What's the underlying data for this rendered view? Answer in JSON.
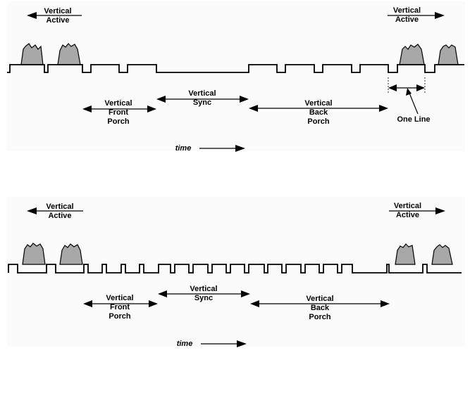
{
  "diagrams": [
    {
      "vertical_active_left": [
        "Vertical",
        "Active"
      ],
      "vertical_active_right": [
        "Vertical",
        "Active"
      ],
      "front_porch": [
        "Vertical",
        "Front",
        "Porch"
      ],
      "sync": [
        "Vertical",
        "Sync"
      ],
      "back_porch": [
        "Vertical",
        "Back",
        "Porch"
      ],
      "one_line": "One Line",
      "time": "time"
    },
    {
      "vertical_active_left": [
        "Vertical",
        "Active"
      ],
      "vertical_active_right": [
        "Vertical",
        "Active"
      ],
      "front_porch": [
        "Vertical",
        "Front",
        "Porch"
      ],
      "sync": [
        "Vertical",
        "Sync"
      ],
      "back_porch": [
        "Vertical",
        "Back",
        "Porch"
      ],
      "time": "time"
    }
  ],
  "colors": {
    "line": "#000000",
    "video": "#a8a8a8",
    "panel_bg": "#fbfbfb"
  }
}
